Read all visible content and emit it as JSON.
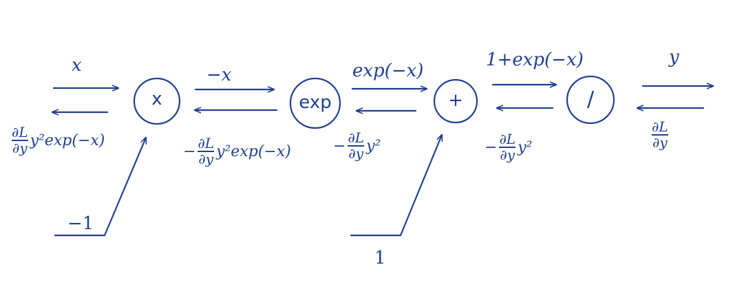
{
  "nodes": [
    {
      "label": "x"
    },
    {
      "label": "exp"
    },
    {
      "label": "+"
    },
    {
      "label": "/"
    }
  ],
  "forward_labels": [
    "x",
    "−x",
    "exp(−x)",
    "1+exp(−x)",
    "y"
  ],
  "backward_labels": [
    {
      "prefix": "",
      "num": "∂L",
      "den": "∂y",
      "suffix": "y²exp(−x)"
    },
    {
      "prefix": "−",
      "num": "∂L",
      "den": "∂y",
      "suffix": "y²exp(−x)"
    },
    {
      "prefix": "−",
      "num": "∂L",
      "den": "∂y",
      "suffix": "y²"
    },
    {
      "prefix": "−",
      "num": "∂L",
      "den": "∂y",
      "suffix": "y²"
    },
    {
      "prefix": "",
      "num": "∂L",
      "den": "∂y",
      "suffix": ""
    }
  ],
  "side_inputs": [
    {
      "label": "−1"
    },
    {
      "label": "1"
    }
  ],
  "colors": {
    "ink": "#1f3f8f",
    "background": "#ffffff"
  }
}
